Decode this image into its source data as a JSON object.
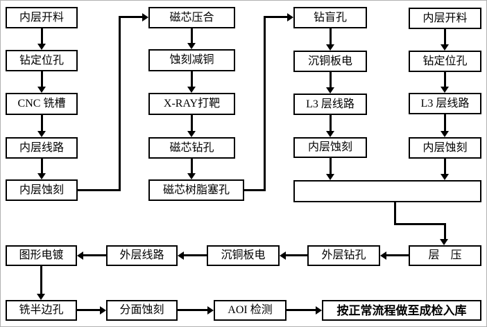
{
  "diagram": {
    "background_color": "#ffffff",
    "line_color": "#000000",
    "box_border_color": "#000000",
    "columns": {
      "col1": [
        "内层开料",
        "钻定位孔",
        "CNC 铣槽",
        "内层线路",
        "内层蚀刻"
      ],
      "col2": [
        "磁芯压合",
        "蚀刻减铜",
        "X-RAY打靶",
        "磁芯钻孔",
        "磁芯树脂塞孔"
      ],
      "col3": [
        "钻盲孔",
        "沉铜板电",
        "L3 层线路",
        "内层蚀刻"
      ],
      "col4": [
        "内层开料",
        "钻定位孔",
        "L3 层线路",
        "内层蚀刻"
      ]
    },
    "merge_box_label": "",
    "row1": [
      "图形电镀",
      "外层线路",
      "沉铜板电",
      "外层钻孔",
      "层　压"
    ],
    "row2": [
      "铣半边孔",
      "分面蚀刻",
      "AOI 检测",
      "按正常流程做至成检入库"
    ],
    "edges": [
      [
        "内层开料",
        "钻定位孔"
      ],
      [
        "钻定位孔",
        "CNC 铣槽"
      ],
      [
        "CNC 铣槽",
        "内层线路"
      ],
      [
        "内层线路",
        "内层蚀刻"
      ],
      [
        "内层蚀刻",
        "磁芯压合"
      ],
      [
        "磁芯压合",
        "蚀刻减铜"
      ],
      [
        "蚀刻减铜",
        "X-RAY打靶"
      ],
      [
        "X-RAY打靶",
        "磁芯钻孔"
      ],
      [
        "磁芯钻孔",
        "磁芯树脂塞孔"
      ],
      [
        "磁芯树脂塞孔",
        "钻盲孔"
      ],
      [
        "钻盲孔",
        "沉铜板电"
      ],
      [
        "沉铜板电",
        "L3 层线路"
      ],
      [
        "L3 层线路",
        "内层蚀刻"
      ],
      [
        "内层蚀刻",
        "merge_box"
      ],
      [
        "内层开料",
        "钻定位孔"
      ],
      [
        "钻定位孔",
        "L3 层线路"
      ],
      [
        "L3 层线路",
        "内层蚀刻"
      ],
      [
        "内层蚀刻",
        "merge_box"
      ],
      [
        "merge_box",
        "层压"
      ],
      [
        "层压",
        "外层钻孔"
      ],
      [
        "外层钻孔",
        "沉铜板电"
      ],
      [
        "沉铜板电",
        "外层线路"
      ],
      [
        "外层线路",
        "图形电镀"
      ],
      [
        "图形电镀",
        "铣半边孔"
      ],
      [
        "铣半边孔",
        "分面蚀刻"
      ],
      [
        "分面蚀刻",
        "AOI 检测"
      ],
      [
        "AOI 检测",
        "按正常流程做至成检入库"
      ]
    ]
  }
}
